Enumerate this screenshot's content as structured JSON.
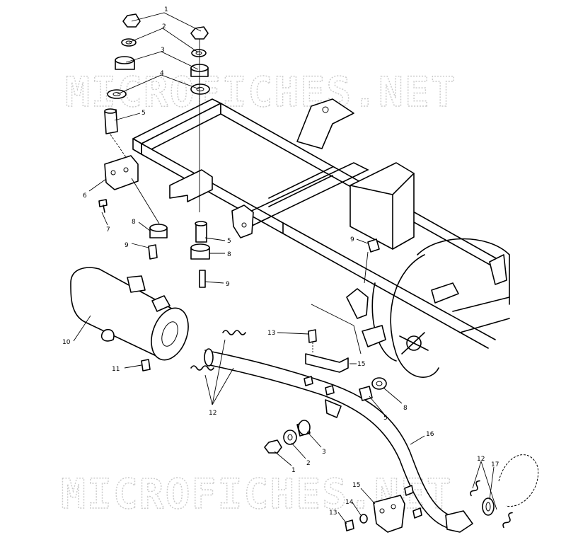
{
  "watermark": "MICROFICHES.NET",
  "callouts": [
    {
      "id": "c1a",
      "text": "1"
    },
    {
      "id": "c2a",
      "text": "2"
    },
    {
      "id": "c3a",
      "text": "3"
    },
    {
      "id": "c4a",
      "text": "4"
    },
    {
      "id": "c5a",
      "text": "5"
    },
    {
      "id": "c6",
      "text": "6"
    },
    {
      "id": "c7",
      "text": "7"
    },
    {
      "id": "c8a",
      "text": "8"
    },
    {
      "id": "c9a",
      "text": "9"
    },
    {
      "id": "c5b",
      "text": "5"
    },
    {
      "id": "c8b",
      "text": "8"
    },
    {
      "id": "c9b",
      "text": "9"
    },
    {
      "id": "c9c",
      "text": "9"
    },
    {
      "id": "c10",
      "text": "10"
    },
    {
      "id": "c11",
      "text": "11"
    },
    {
      "id": "c12a",
      "text": "12"
    },
    {
      "id": "c13a",
      "text": "13"
    },
    {
      "id": "c15a",
      "text": "15"
    },
    {
      "id": "c5c",
      "text": "5"
    },
    {
      "id": "c8c",
      "text": "8"
    },
    {
      "id": "c16",
      "text": "16"
    },
    {
      "id": "c3b",
      "text": "3"
    },
    {
      "id": "c2b",
      "text": "2"
    },
    {
      "id": "c1b",
      "text": "1"
    },
    {
      "id": "c12b",
      "text": "12"
    },
    {
      "id": "c17",
      "text": "17"
    },
    {
      "id": "c15b",
      "text": "15"
    },
    {
      "id": "c14",
      "text": "14"
    },
    {
      "id": "c13b",
      "text": "13"
    }
  ]
}
